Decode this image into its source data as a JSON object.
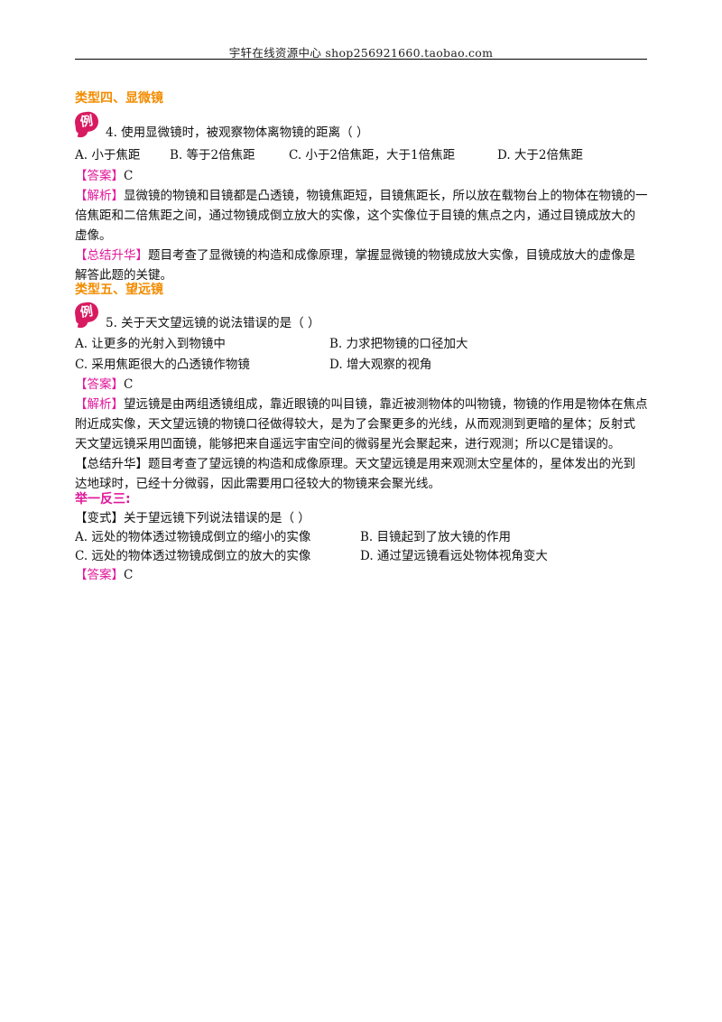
{
  "header": {
    "text": "宇轩在线资源中心   shop256921660.taobao.com"
  },
  "sec4": {
    "title": "类型四、显微镜",
    "badge": "例",
    "question": "4. 使用显微镜时，被观察物体离物镜的距离（    ）",
    "options": [
      "A. 小于焦距",
      "B. 等于2倍焦距",
      "C. 小于2倍焦距，大于1倍焦距",
      "D. 大于2倍焦距"
    ],
    "answer_tag": "【答案】",
    "answer": "C",
    "analysis_tag": "【解析】",
    "analysis": [
      "显微镜的物镜和目镜都是凸透镜，物镜焦距短，目镜焦距长，所以放在载物台上的物体在物镜的一",
      "倍焦距和二倍焦距之间，通过物镜成倒立放大的实像，这个实像位于目镜的焦点之内，通过目镜成放大的",
      "虚像。"
    ],
    "summary_tag": "【总结升华】",
    "summary": [
      "题目考查了显微镜的构造和成像原理，掌握显微镜的物镜成放大实像，目镜成放大的虚像是",
      "解答此题的关键。"
    ]
  },
  "sec5": {
    "title": "类型五、望远镜",
    "badge": "例",
    "question": "5. 关于天文望远镜的说法错误的是（    ）",
    "options": [
      "A. 让更多的光射入到物镜中",
      "B. 力求把物镜的口径加大",
      "C. 采用焦距很大的凸透镜作物镜",
      "D. 增大观察的视角"
    ],
    "answer_tag": "【答案】",
    "answer": "C",
    "analysis_tag": "【解析】",
    "analysis": [
      "望远镜是由两组透镜组成，靠近眼镜的叫目镜，靠近被测物体的叫物镜，物镜的作用是物体在焦点",
      "附近成实像，天文望远镜的物镜口径做得较大，是为了会聚更多的光线，从而观测到更暗的星体；反射式",
      "天文望远镜采用凹面镜，能够把来自遥远宇宙空间的微弱星光会聚起来，进行观测；所以C是错误的。"
    ],
    "summary_tag": "【总结升华】",
    "summary": [
      "题目考查了望远镜的构造和成像原理。天文望远镜是用来观测太空星体的，星体发出的光到",
      "达地球时，已经十分微弱，因此需要用口径较大的物镜来会聚光线。"
    ]
  },
  "variant": {
    "title": "举一反三:",
    "tag": "【变式】",
    "question": "关于望远镜下列说法错误的是（    ）",
    "options": [
      "A. 远处的物体透过物镜成倒立的缩小的实像",
      "B. 目镜起到了放大镜的作用",
      "C. 远处的物体透过物镜成倒立的放大的实像",
      "D. 通过望远镜看远处物体视角变大"
    ],
    "answer_tag": "【答案】",
    "answer": "C"
  }
}
